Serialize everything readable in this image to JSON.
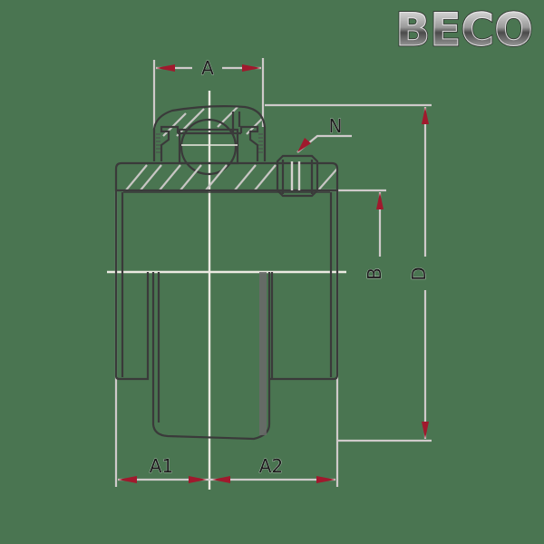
{
  "logo": {
    "text": "BECO"
  },
  "drawing": {
    "title": "Insert bearing cross-section with set screw",
    "background_color": "#4a7551",
    "line_color": "#3a3a3a",
    "dimension_line_color": "#cfcaca",
    "arrow_color": "#a0192d",
    "labels": {
      "A": "A",
      "N": "N",
      "B": "B",
      "D": "D",
      "A1": "A1",
      "A2": "A2"
    }
  }
}
